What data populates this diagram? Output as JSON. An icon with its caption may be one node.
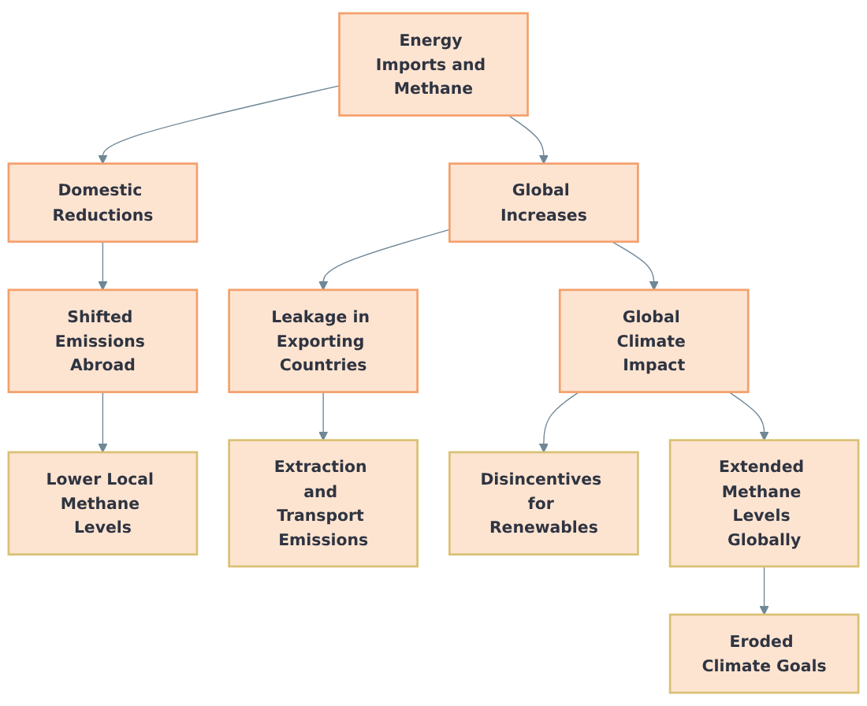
{
  "diagram": {
    "nodes": [
      {
        "text": [
          "Energy Imports and Methane"
        ]
      },
      {
        "text": [
          "Domestic Reductions"
        ]
      },
      {
        "text": [
          "Global Increases"
        ]
      },
      {
        "text": [
          "Shifted Emissions Abroad"
        ]
      },
      {
        "text": [
          "Lower Local Methane Levels"
        ]
      },
      {
        "text": [
          "Leakage in Exporting Countries"
        ]
      },
      {
        "text": [
          "Extraction and Transport Emissions"
        ]
      },
      {
        "text": [
          "Global Climate Impact"
        ]
      },
      {
        "text": [
          "Disincentives for Renewables"
        ]
      },
      {
        "text": [
          "Extended Methane Levels Globally"
        ]
      },
      {
        "text": [
          "Eroded Climate Goals"
        ]
      }
    ],
    "edges": [
      {
        "from": 0,
        "to": 1,
        "arrow": "to"
      },
      {
        "from": 0,
        "to": 2,
        "arrow": "to"
      },
      {
        "from": 1,
        "to": 3,
        "arrow": "to"
      },
      {
        "from": 3,
        "to": 4,
        "arrow": "to"
      },
      {
        "from": 2,
        "to": 5,
        "arrow": "to"
      },
      {
        "from": 2,
        "to": 7,
        "arrow": "to"
      },
      {
        "from": 5,
        "to": 6,
        "arrow": "to"
      },
      {
        "from": 7,
        "to": 8,
        "arrow": "to"
      },
      {
        "from": 7,
        "to": 9,
        "arrow": "to"
      },
      {
        "from": 9,
        "to": 10,
        "arrow": "to"
      }
    ]
  }
}
